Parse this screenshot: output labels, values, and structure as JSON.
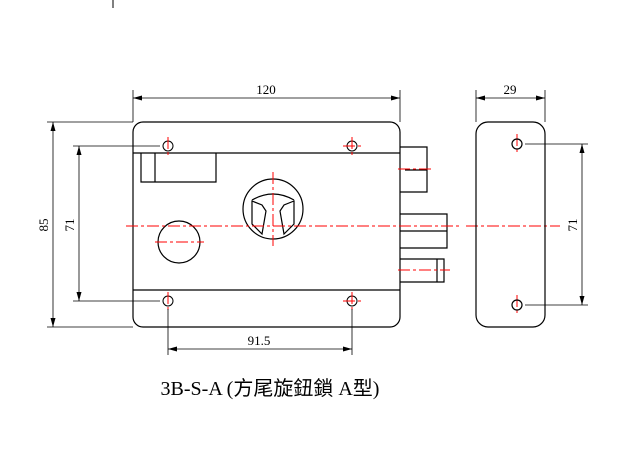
{
  "dimensions": {
    "overall_width": "120",
    "side_width": "29",
    "overall_height": "85",
    "hole_spacing_vertical": "71",
    "hole_spacing_horizontal": "91.5",
    "side_hole_spacing": "71"
  },
  "caption": "3B-S-A (方尾旋鈕鎖 A型)",
  "colors": {
    "outline": "#000000",
    "centerline": "#ff0000"
  }
}
